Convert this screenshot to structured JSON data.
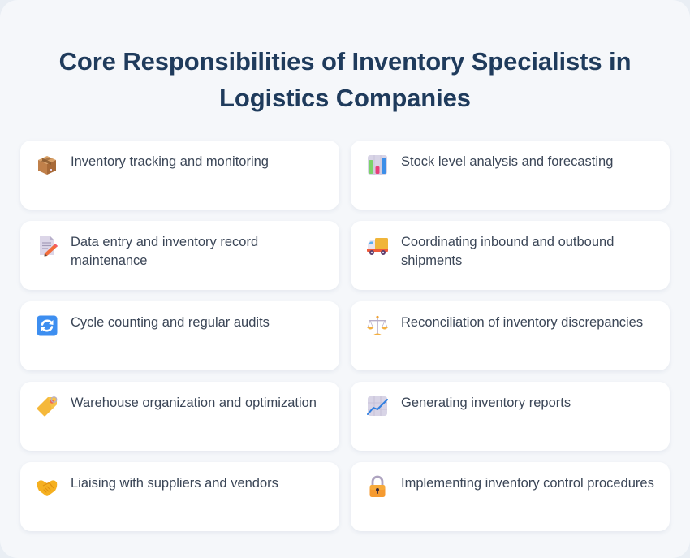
{
  "header": {
    "title": "Core Responsibilities of Inventory Specialists in Logistics Companies"
  },
  "responsibilities": [
    {
      "icon": "package-icon",
      "emoji": "📦",
      "label": "Inventory tracking and monitoring"
    },
    {
      "icon": "bar-chart-icon",
      "emoji": "📊",
      "label": "Stock level analysis and forecasting"
    },
    {
      "icon": "memo-icon",
      "emoji": "📝",
      "label": "Data entry and inventory record maintenance"
    },
    {
      "icon": "delivery-truck-icon",
      "emoji": "🚚",
      "label": "Coordinating inbound and outbound shipments"
    },
    {
      "icon": "cycle-arrows-icon",
      "emoji": "🔄",
      "label": "Cycle counting and regular audits"
    },
    {
      "icon": "balance-scale-icon",
      "emoji": "⚖️",
      "label": "Reconciliation of inventory discrepancies"
    },
    {
      "icon": "label-tag-icon",
      "emoji": "🏷️",
      "label": "Warehouse organization and optimization"
    },
    {
      "icon": "trending-chart-icon",
      "emoji": "📈",
      "label": "Generating inventory reports"
    },
    {
      "icon": "handshake-icon",
      "emoji": "🤝",
      "label": "Liaising with suppliers and vendors"
    },
    {
      "icon": "lock-icon",
      "emoji": "🔒",
      "label": "Implementing inventory control procedures"
    }
  ],
  "colors": {
    "page_background": "#f5f7fa",
    "outer_background": "#e9eef4",
    "card_background": "#ffffff",
    "title_color": "#1f3b5c",
    "text_color": "#3b4657"
  }
}
